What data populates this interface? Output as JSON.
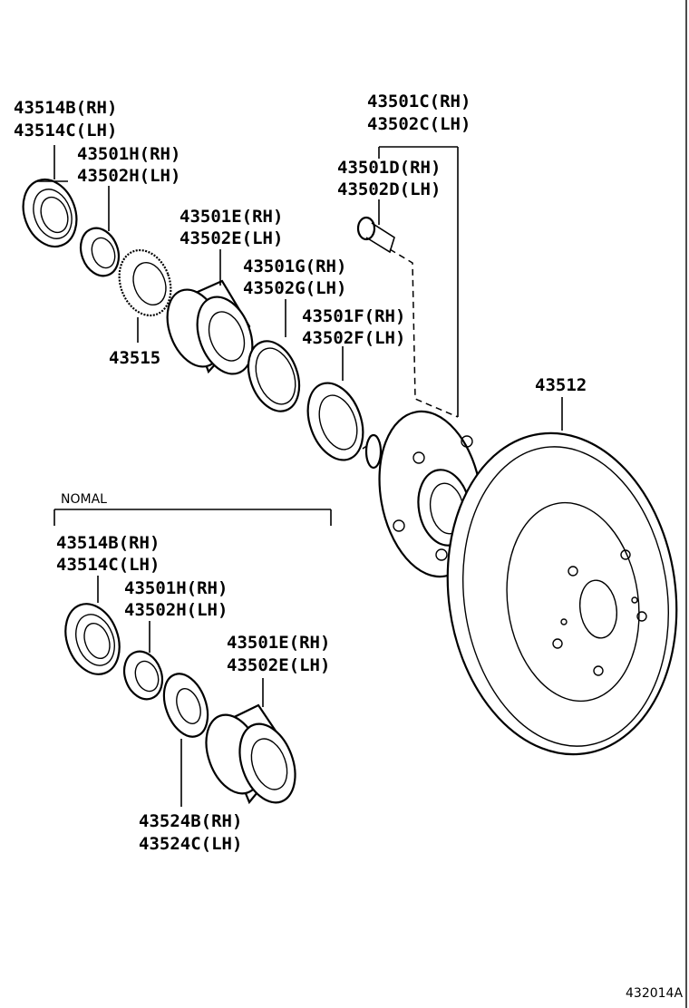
{
  "labels": {
    "top_bearing_case_rh": "43514B(RH)",
    "top_bearing_case_lh": "43514C(LH)",
    "top_nut_rh": "43501H(RH)",
    "top_nut_lh": "43502H(LH)",
    "top_bearing_rh": "43501E(RH)",
    "top_bearing_lh": "43502E(LH)",
    "sensor_rotor": "43515",
    "snap_ring_rh": "43501G(RH)",
    "snap_ring_lh": "43502G(LH)",
    "seal_rh": "43501F(RH)",
    "seal_lh": "43502F(LH)",
    "hub_rh": "43501C(RH)",
    "hub_lh": "43502C(LH)",
    "hub_bolt_rh": "43501D(RH)",
    "hub_bolt_lh": "43502D(LH)",
    "disc": "43512",
    "section_title": "NOMAL",
    "bot_bearing_case_rh": "43514B(RH)",
    "bot_bearing_case_lh": "43514C(LH)",
    "bot_nut_rh": "43501H(RH)",
    "bot_nut_lh": "43502H(LH)",
    "bot_bearing_rh": "43501E(RH)",
    "bot_bearing_lh": "43502E(LH)",
    "washer_rh": "43524B(RH)",
    "washer_lh": "43524C(LH)",
    "figure_code": "432014A"
  }
}
